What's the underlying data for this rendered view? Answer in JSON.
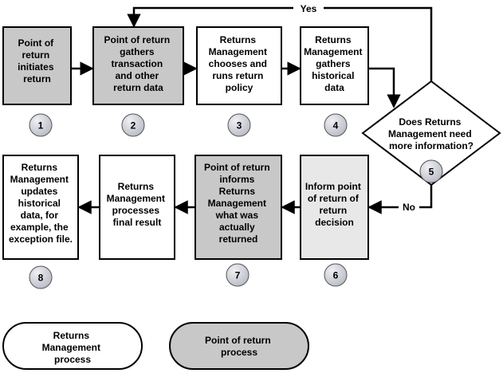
{
  "colors": {
    "stroke": "#000000",
    "returns_management_fill": "#ffffff",
    "point_of_return_fill": "#c8c8c8",
    "inform_fill": "#e8e8e8",
    "circle_fill_light": "#f0f0f4",
    "circle_fill_dark": "#b9bcc6",
    "background": "#ffffff"
  },
  "nodes": {
    "box1": {
      "lines": [
        "Point of",
        "return",
        "initiates",
        "return"
      ],
      "step": "1"
    },
    "box2": {
      "lines": [
        "Point of return",
        "gathers",
        "transaction",
        "and other",
        "return data"
      ],
      "step": "2"
    },
    "box3": {
      "lines": [
        "Returns",
        "Management",
        "chooses and",
        "runs return",
        "policy"
      ],
      "step": "3"
    },
    "box4": {
      "lines": [
        "Returns",
        "Management",
        "gathers",
        "historical",
        "data"
      ],
      "step": "4"
    },
    "decision": {
      "lines": [
        "Does Returns",
        "Management need",
        "more information?"
      ],
      "step": "5"
    },
    "box6": {
      "lines": [
        "Inform point",
        "of return of",
        "return",
        "decision"
      ],
      "step": "6"
    },
    "box7": {
      "lines": [
        "Point of return",
        "informs",
        "Returns",
        "Management",
        "what was",
        "actually",
        "returned"
      ],
      "step": "7"
    },
    "box_final": {
      "lines": [
        "Returns",
        "Management",
        "processes",
        "final result"
      ]
    },
    "box8": {
      "lines": [
        "Returns",
        "Management",
        "updates",
        "historical",
        "data, for",
        "example, the",
        "exception file."
      ],
      "step": "8"
    }
  },
  "edges": {
    "yes_label": "Yes",
    "no_label": "No"
  },
  "legend": {
    "returns_management": {
      "lines": [
        "Returns",
        "Management",
        "process"
      ]
    },
    "point_of_return": {
      "lines": [
        "Point of return",
        "process"
      ]
    }
  }
}
